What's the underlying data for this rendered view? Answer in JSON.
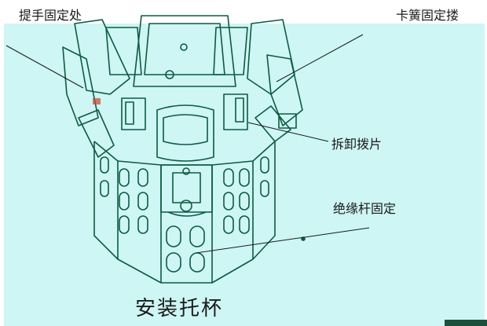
{
  "colors": {
    "background": "#cdf6f4",
    "outline": "#0f5a43",
    "frame": "#ffffff",
    "text": "#1a1a1a"
  },
  "labels": {
    "handle_fixing": "提手固定处",
    "spring_fixing": "卡簧固定搂",
    "removal_tab": "拆卸拨片",
    "insulating_rod_fixing": "绝缘杆固定",
    "title": "安装托杯"
  }
}
